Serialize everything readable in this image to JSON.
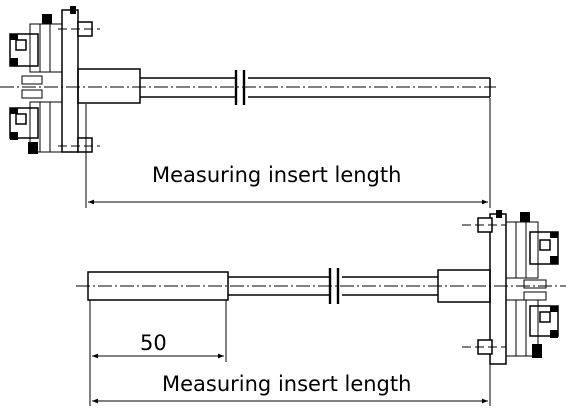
{
  "top_assembly": {
    "dimension_label": "Measuring insert length"
  },
  "bottom_assembly": {
    "tip_dimension_label": "50",
    "dimension_label": "Measuring insert length"
  }
}
